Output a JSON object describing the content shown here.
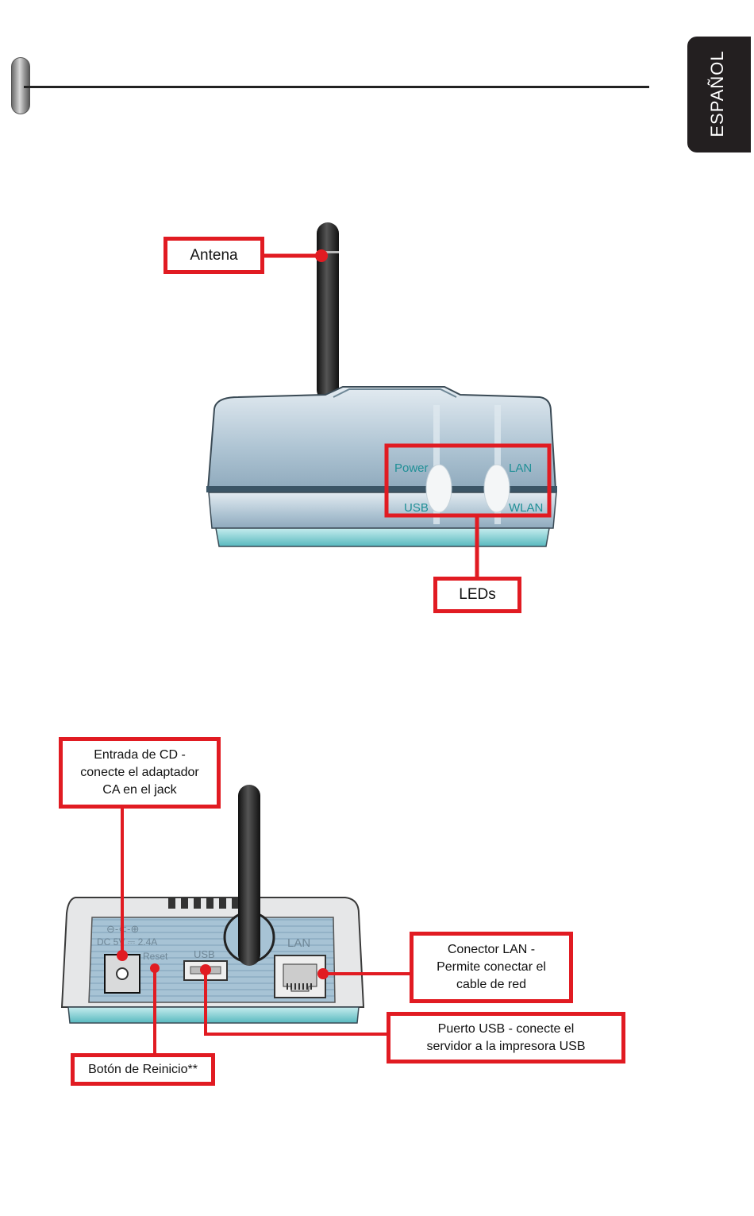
{
  "language_tab": "ESPAÑOL",
  "front_view": {
    "antenna_label": "Antena",
    "leds_label": "LEDs",
    "led_power": "Power",
    "led_lan": "LAN",
    "led_usb": "USB",
    "led_wlan": "WLAN"
  },
  "rear_view": {
    "dc_input_label": "Entrada de CD -\nconecte el adaptador\nCA en el jack",
    "reset_label": "Botón de Reinicio**",
    "lan_connector_label": "Conector LAN -\nPermite conectar el\ncable de red",
    "usb_port_label": "Puerto USB - conecte el\nservidor a la impresora USB",
    "panel_dc_text": "DC 5V ⎓ 2.4A",
    "panel_polarity": "⊖-⊂-⊕",
    "panel_reset": "Reset",
    "panel_usb": "USB",
    "panel_lan": "LAN"
  },
  "colors": {
    "callout_red": "#e11b22",
    "device_blue": "#a9c3d4",
    "device_teal": "#7ccdd1",
    "tab_dark": "#231f20"
  }
}
